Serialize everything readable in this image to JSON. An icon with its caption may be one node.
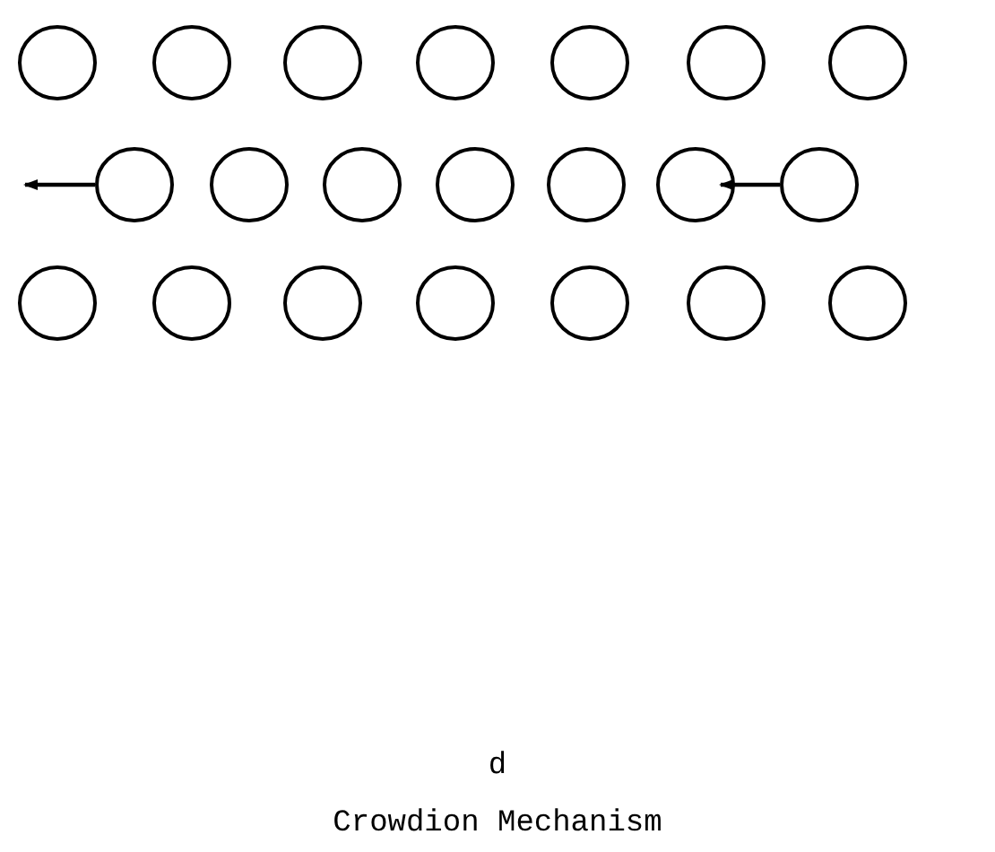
{
  "diagram": {
    "caption": "Crowdion Mechanism",
    "nodes": [
      {
        "text": [],
        "shape": "circle"
      },
      {
        "text": [],
        "shape": "circle"
      },
      {
        "text": [],
        "shape": "circle"
      },
      {
        "text": [],
        "shape": "circle"
      },
      {
        "text": [],
        "shape": "circle"
      },
      {
        "text": [],
        "shape": "circle"
      },
      {
        "text": [],
        "shape": "circle"
      },
      {
        "text": [],
        "shape": "circle"
      },
      {
        "text": [],
        "shape": "circle"
      },
      {
        "text": [],
        "shape": "circle"
      },
      {
        "text": [],
        "shape": "circle"
      },
      {
        "text": [],
        "shape": "circle"
      },
      {
        "text": [],
        "shape": "circle"
      },
      {
        "text": [],
        "shape": "circle"
      },
      {
        "text": [],
        "shape": "circle"
      },
      {
        "text": [],
        "shape": "circle"
      },
      {
        "text": [],
        "shape": "circle"
      },
      {
        "text": [],
        "shape": "circle"
      },
      {
        "text": [],
        "shape": "circle"
      },
      {
        "text": [],
        "shape": "circle"
      },
      {
        "text": [],
        "shape": "circle"
      }
    ],
    "edges": [
      {
        "from": 7,
        "to": null,
        "arrow": "to"
      },
      {
        "from": 13,
        "to": 12,
        "arrow": "to"
      }
    ],
    "labels": [
      "d"
    ]
  }
}
